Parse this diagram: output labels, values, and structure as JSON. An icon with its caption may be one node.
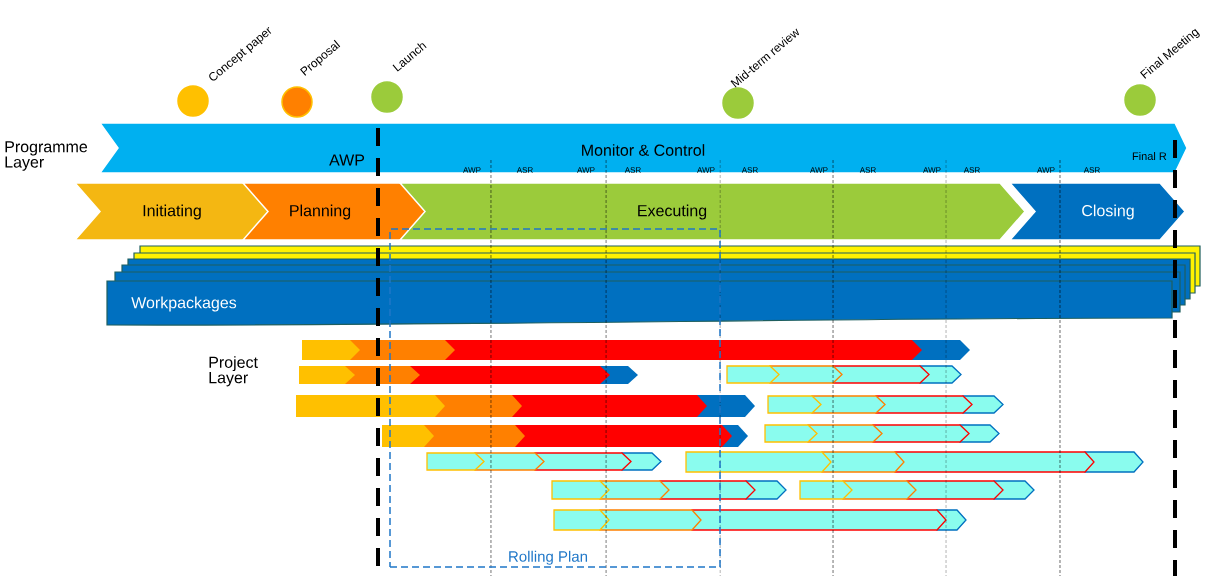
{
  "diagram": {
    "nodes": [
      {
        "text": [],
        "shape": "circle",
        "beside": [
          "Concept paper"
        ]
      },
      {
        "text": [],
        "shape": "circle",
        "beside": [
          "Proposal"
        ]
      },
      {
        "text": [],
        "shape": "circle",
        "beside": [
          "Launch"
        ]
      },
      {
        "text": [],
        "shape": "circle",
        "beside": [
          "Mid-term review"
        ]
      },
      {
        "text": [],
        "shape": "circle",
        "beside": [
          "Final Meeting"
        ]
      },
      {
        "text": [
          "Monitor & Control"
        ]
      },
      {
        "text": [
          "Initiating"
        ]
      },
      {
        "text": [
          "Planning"
        ]
      },
      {
        "text": [
          "Executing"
        ]
      },
      {
        "text": [
          "Closing"
        ]
      },
      {
        "text": [
          "Workpackages"
        ]
      },
      {
        "text": [
          "Rolling Plan"
        ]
      }
    ],
    "labels": [
      "Programme Layer",
      "AWP",
      "AWP",
      "ASR",
      "AWP",
      "ASR",
      "AWP",
      "ASR",
      "AWP",
      "ASR",
      "AWP",
      "ASR",
      "AWP",
      "ASR",
      "Final R",
      "Project Layer"
    ]
  }
}
